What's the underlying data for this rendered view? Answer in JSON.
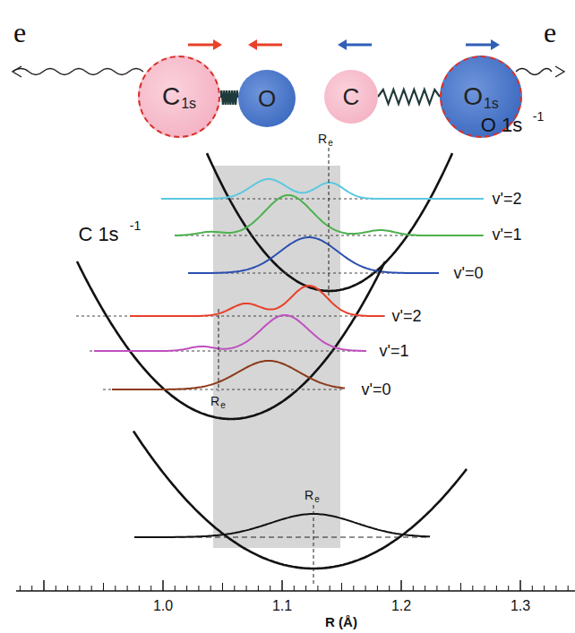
{
  "diagram": {
    "nodes": [
      {
        "text": [
          "C",
          "1s"
        ]
      },
      {
        "text": [
          "O"
        ]
      },
      {
        "text": [
          "C"
        ]
      },
      {
        "text": [
          "O",
          "1s"
        ]
      }
    ],
    "edges": [
      {
        "from": 0,
        "to": 1,
        "arrow": "none"
      },
      {
        "from": 2,
        "to": 3,
        "arrow": "none"
      }
    ],
    "labels": [
      "e",
      "e",
      "O 1s",
      "-1",
      "R",
      "e",
      "v'=2",
      "v'=1",
      "v'=0",
      "C 1s",
      "-1",
      "v'=2",
      "v'=1",
      "v'=0",
      "R",
      "e",
      "R",
      "e",
      "1.0",
      "1.1",
      "1.2",
      "1.3",
      "R (Å)"
    ]
  }
}
